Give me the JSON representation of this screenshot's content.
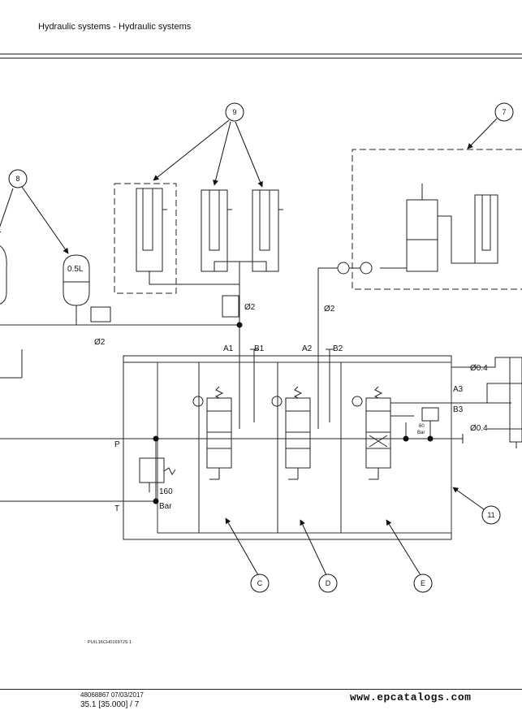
{
  "header": {
    "title": "Hydraulic systems - Hydraulic systems"
  },
  "callouts": {
    "c9": "9",
    "c7": "7",
    "c8": "8",
    "c11": "11",
    "cC": "C",
    "cD": "D",
    "cE": "E"
  },
  "labels": {
    "accumulator_volume": "0.5L",
    "orifice_left": "Ø2",
    "orifice_mid": "Ø2",
    "orifice_right": "Ø2",
    "orifice_top": "Ø0.4",
    "orifice_bottom": "Ø0.4",
    "port_a1": "A1",
    "port_b1": "B1",
    "port_a2": "A2",
    "port_b2": "B2",
    "port_a3": "A3",
    "port_b3": "B3",
    "line_p": "P",
    "line_t": "T",
    "relief_value": "160",
    "relief_unit": "Bar",
    "small_relief_value": "60",
    "small_relief_unit": "Bar"
  },
  "footer": {
    "drawing_code": "PUIL16CH01697JS    1",
    "doc_ref": "48068867 07/03/2017",
    "page_ref": "35.1 [35.000] / 7",
    "site": "www.epcatalogs.com"
  }
}
